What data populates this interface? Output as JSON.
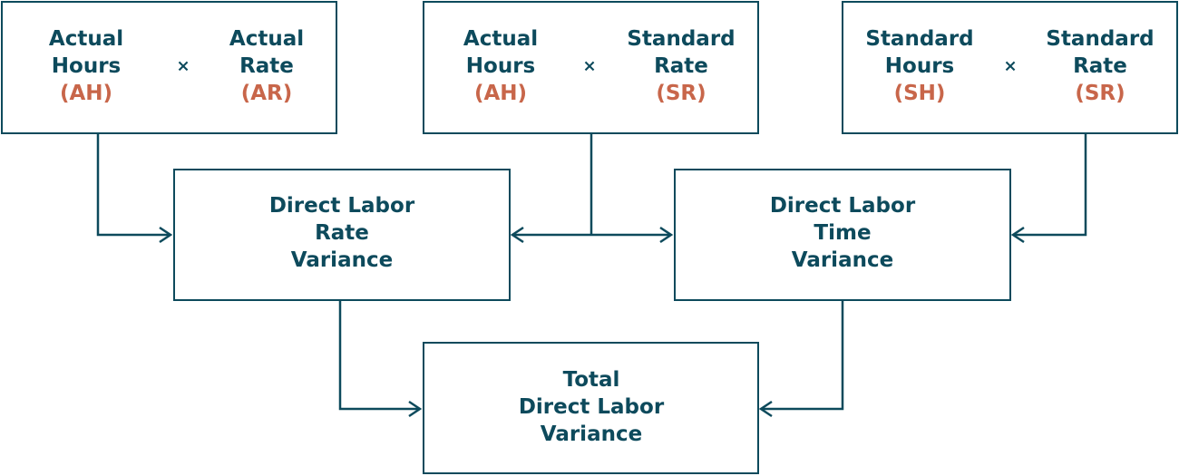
{
  "colors": {
    "primary": "#0d4a5c",
    "accent": "#c8664a",
    "background": "#ffffff"
  },
  "multiply_symbol": "×",
  "inputs": [
    {
      "left": {
        "line1": "Actual",
        "line2": "Hours",
        "abbr": "(AH)"
      },
      "right": {
        "line1": "Actual",
        "line2": "Rate",
        "abbr": "(AR)"
      }
    },
    {
      "left": {
        "line1": "Actual",
        "line2": "Hours",
        "abbr": "(AH)"
      },
      "right": {
        "line1": "Standard",
        "line2": "Rate",
        "abbr": "(SR)"
      }
    },
    {
      "left": {
        "line1": "Standard",
        "line2": "Hours",
        "abbr": "(SH)"
      },
      "right": {
        "line1": "Standard",
        "line2": "Rate",
        "abbr": "(SR)"
      }
    }
  ],
  "variances": {
    "rate": {
      "lines": [
        "Direct Labor",
        "Rate",
        "Variance"
      ]
    },
    "time": {
      "lines": [
        "Direct Labor",
        "Time",
        "Variance"
      ]
    },
    "total": {
      "lines": [
        "Total",
        "Direct Labor",
        "Variance"
      ]
    }
  }
}
